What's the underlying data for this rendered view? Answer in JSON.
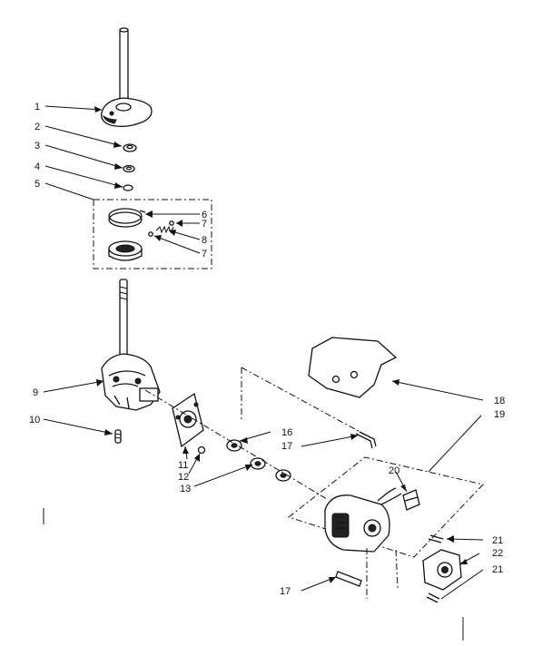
{
  "callouts": [
    {
      "id": "c1",
      "text": "1"
    },
    {
      "id": "c2",
      "text": "2"
    },
    {
      "id": "c3",
      "text": "3"
    },
    {
      "id": "c4",
      "text": "4"
    },
    {
      "id": "c5",
      "text": "5"
    },
    {
      "id": "c6",
      "text": "6"
    },
    {
      "id": "c7a",
      "text": "7"
    },
    {
      "id": "c8",
      "text": "8"
    },
    {
      "id": "c7b",
      "text": "7"
    },
    {
      "id": "c9",
      "text": "9"
    },
    {
      "id": "c10",
      "text": "10"
    },
    {
      "id": "c11",
      "text": "11"
    },
    {
      "id": "c12",
      "text": "12"
    },
    {
      "id": "c13",
      "text": "13"
    },
    {
      "id": "c16",
      "text": "16"
    },
    {
      "id": "c17a",
      "text": "17"
    },
    {
      "id": "c18",
      "text": "18"
    },
    {
      "id": "c19",
      "text": "19"
    },
    {
      "id": "c20",
      "text": "20"
    },
    {
      "id": "c21a",
      "text": "21"
    },
    {
      "id": "c22",
      "text": "22"
    },
    {
      "id": "c21b",
      "text": "21"
    },
    {
      "id": "c17b",
      "text": "17"
    }
  ]
}
